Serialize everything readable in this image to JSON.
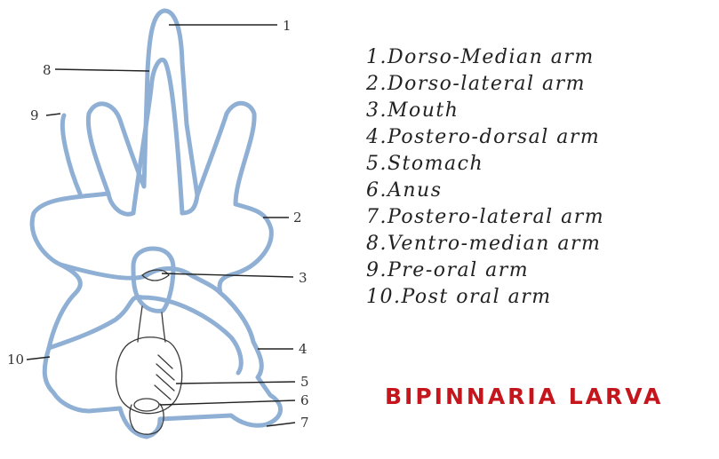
{
  "legend": [
    "1.Dorso-Median arm",
    "2.Dorso-lateral arm",
    "3.Mouth",
    "4.Postero-dorsal arm",
    "5.Stomach",
    "6.Anus",
    "7.Postero-lateral arm",
    "8.Ventro-median arm",
    "9.Pre-oral arm",
    "10.Post oral arm"
  ],
  "title": "BIPINNARIA LARVA",
  "diagram_labels": [
    "1",
    "2",
    "3",
    "4",
    "5",
    "6",
    "7",
    "8",
    "9",
    "10"
  ],
  "colors": {
    "outline": "#8fb0d4",
    "title": "#c4161c",
    "ink": "#3a3a3a"
  }
}
